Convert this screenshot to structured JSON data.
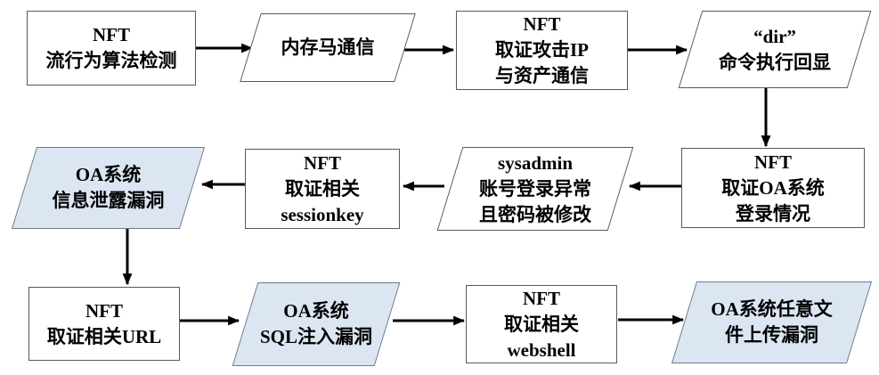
{
  "diagram": {
    "type": "flowchart",
    "colors": {
      "background": "#ffffff",
      "node_fill": "#ffffff",
      "highlight_fill": "#dce6f2",
      "node_border": "#595959",
      "highlight_border": "#6b7b8d",
      "arrow": "#000000",
      "text": "#000000"
    },
    "nodes": [
      {
        "id": "nft-flow-behavior-detection",
        "shape": "rectangle",
        "highlighted": false,
        "lines": [
          "NFT",
          "流行为算法检测"
        ]
      },
      {
        "id": "memory-trojan-comm",
        "shape": "parallelogram",
        "highlighted": false,
        "lines": [
          "内存马通信"
        ]
      },
      {
        "id": "nft-attack-ip-comm",
        "shape": "rectangle",
        "highlighted": false,
        "lines": [
          "NFT",
          "取证攻击IP",
          "与资产通信"
        ]
      },
      {
        "id": "dir-command-echo",
        "shape": "parallelogram",
        "highlighted": false,
        "lines": [
          "“dir”",
          "命令执行回显"
        ]
      },
      {
        "id": "nft-oa-login",
        "shape": "rectangle",
        "highlighted": false,
        "lines": [
          "NFT",
          "取证OA系统",
          "登录情况"
        ]
      },
      {
        "id": "sysadmin-anomaly",
        "shape": "parallelogram",
        "highlighted": false,
        "lines": [
          "sysadmin",
          "账号登录异常",
          "且密码被修改"
        ]
      },
      {
        "id": "nft-sessionkey",
        "shape": "rectangle",
        "highlighted": false,
        "lines": [
          "NFT",
          "取证相关",
          "sessionkey"
        ]
      },
      {
        "id": "oa-info-leak-vuln",
        "shape": "parallelogram",
        "highlighted": true,
        "lines": [
          "OA系统",
          "信息泄露漏洞"
        ]
      },
      {
        "id": "nft-related-url",
        "shape": "rectangle",
        "highlighted": false,
        "lines": [
          "NFT",
          "取证相关URL"
        ]
      },
      {
        "id": "oa-sql-injection-vuln",
        "shape": "parallelogram",
        "highlighted": true,
        "lines": [
          "OA系统",
          "SQL注入漏洞"
        ]
      },
      {
        "id": "nft-webshell",
        "shape": "rectangle",
        "highlighted": false,
        "lines": [
          "NFT",
          "取证相关",
          "webshell"
        ]
      },
      {
        "id": "oa-file-upload-vuln",
        "shape": "parallelogram",
        "highlighted": true,
        "lines": [
          "OA系统任意文",
          "件上传漏洞"
        ]
      }
    ],
    "edges": [
      {
        "from": "nft-flow-behavior-detection",
        "to": "memory-trojan-comm"
      },
      {
        "from": "memory-trojan-comm",
        "to": "nft-attack-ip-comm"
      },
      {
        "from": "nft-attack-ip-comm",
        "to": "dir-command-echo"
      },
      {
        "from": "dir-command-echo",
        "to": "nft-oa-login"
      },
      {
        "from": "nft-oa-login",
        "to": "sysadmin-anomaly"
      },
      {
        "from": "sysadmin-anomaly",
        "to": "nft-sessionkey"
      },
      {
        "from": "nft-sessionkey",
        "to": "oa-info-leak-vuln"
      },
      {
        "from": "oa-info-leak-vuln",
        "to": "nft-related-url"
      },
      {
        "from": "nft-related-url",
        "to": "oa-sql-injection-vuln"
      },
      {
        "from": "oa-sql-injection-vuln",
        "to": "nft-webshell"
      },
      {
        "from": "nft-webshell",
        "to": "oa-file-upload-vuln"
      }
    ]
  }
}
